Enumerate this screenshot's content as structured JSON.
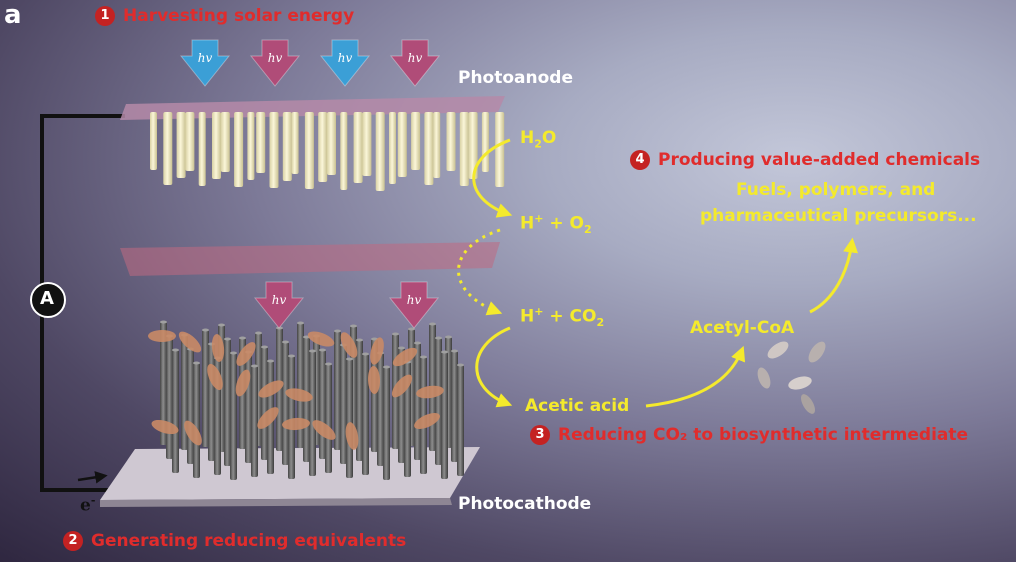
{
  "panel_letter": "a",
  "steps": [
    {
      "num": "1",
      "text": "Harvesting solar energy"
    },
    {
      "num": "2",
      "text": "Generating reducing equivalents"
    },
    {
      "num": "3",
      "text": "Reducing CO₂ to biosynthetic intermediate"
    },
    {
      "num": "4",
      "text": "Producing value-added chemicals"
    }
  ],
  "labels": {
    "photoanode": "Photoanode",
    "photocathode": "Photocathode",
    "ammeter": "A",
    "electron_h": "e",
    "electron_sup": "-"
  },
  "photon_label": "hv",
  "chemistry": {
    "h2o_a": "H",
    "h2o_sub": "2",
    "h2o_b": "O",
    "hO2_a": "H",
    "hO2_sup": "+",
    "hO2_b": " + O",
    "hO2_sub": "2",
    "hCO2_a": "H",
    "hCO2_sup": "+",
    "hCO2_b": " + CO",
    "hCO2_sub": "2",
    "acetic_acid": "Acetic acid",
    "acetyl_coa": "Acetyl-CoA",
    "products_line1": "Fuels, polymers, and",
    "products_line2": "pharmaceutical precursors..."
  },
  "colors": {
    "label_yellow": "#f4ea2c",
    "step_red": "#e02c2c",
    "badge_red": "#c42222",
    "photon_blue": "#3b9fd6",
    "photon_pink": "#b04c78"
  }
}
